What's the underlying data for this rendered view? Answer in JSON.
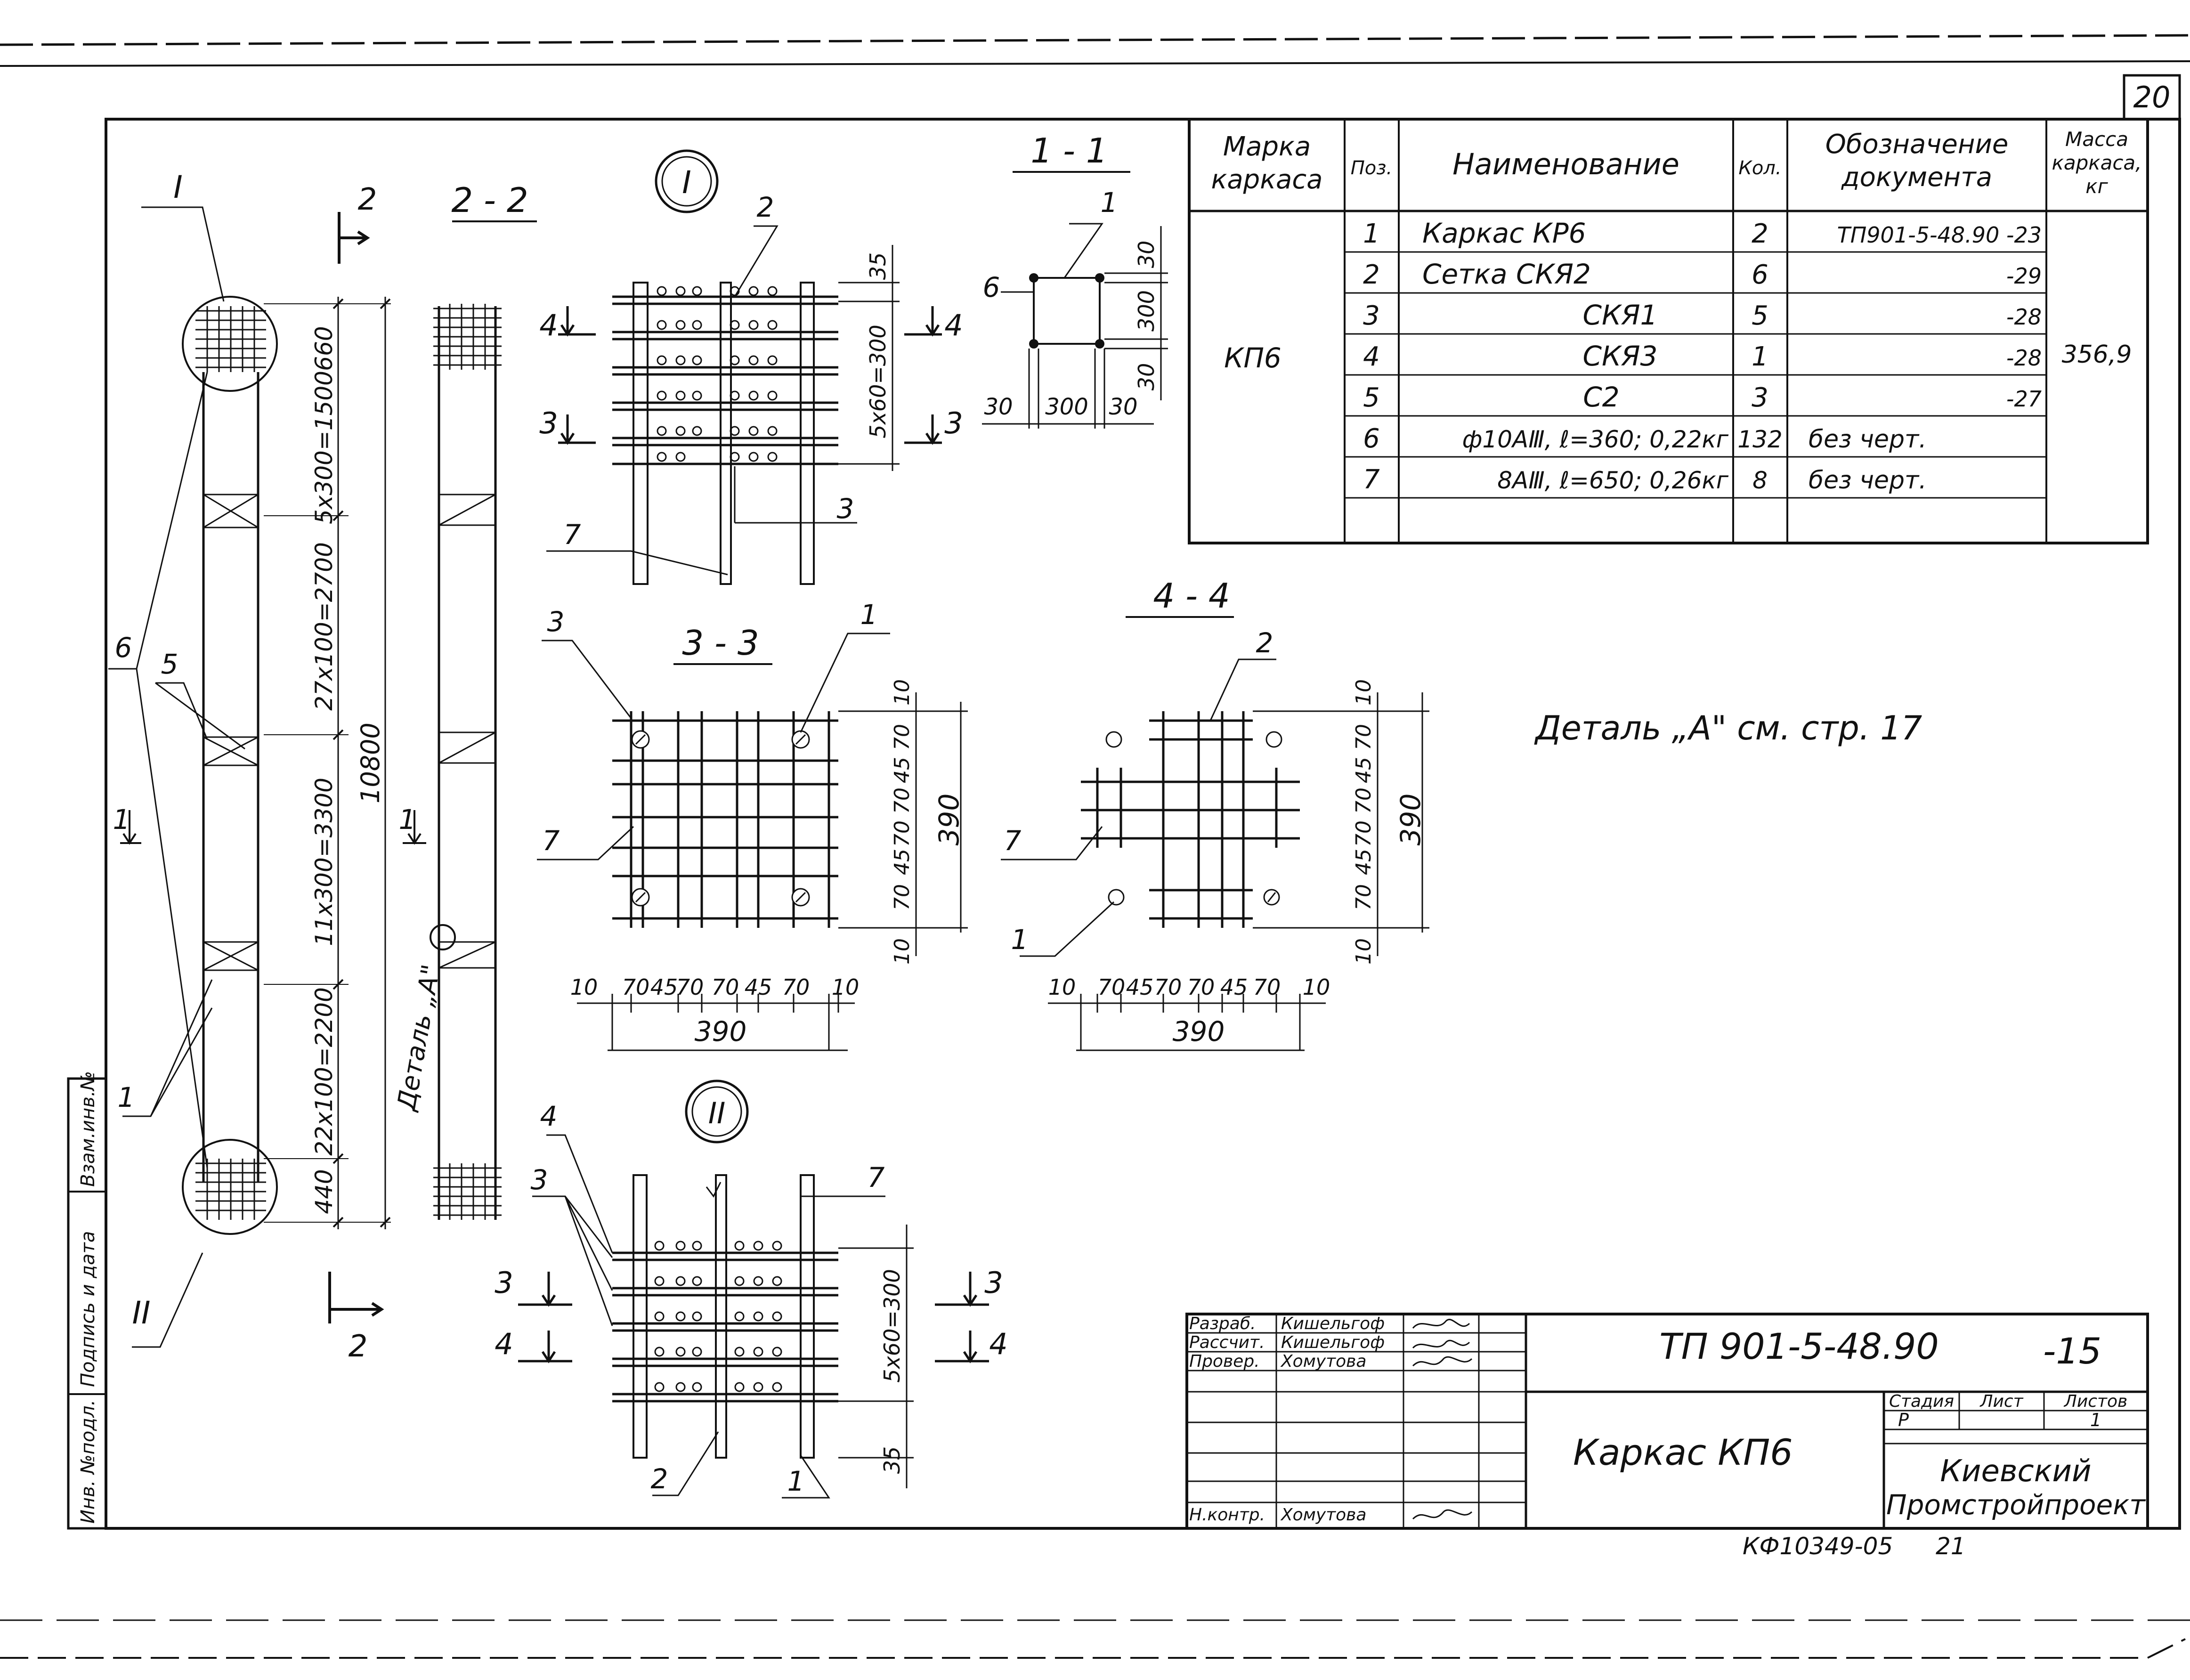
{
  "sheet": {
    "page_number": "20",
    "note": "Деталь „А\" см. стр. 17",
    "archive_code": "КФ10349-05",
    "archive_sheet": "21"
  },
  "side_stamp": {
    "cells": [
      "Инв. №подл.",
      "Подпись и дата",
      "Взам.инв.№"
    ]
  },
  "views": {
    "elevation": {
      "callout_top": "I",
      "callout_bottom": "II",
      "section_mark": "2",
      "arrow_mark": "1",
      "leader_labels": [
        "6",
        "5",
        "1"
      ],
      "dims": [
        "660",
        "5x300=1500",
        "27x100=2700",
        "11x300=3300",
        "22x100=2200",
        "440"
      ],
      "total": "10800",
      "detail_label": "Деталь „А\""
    },
    "section_2_2": {
      "title": "2 - 2",
      "arrow_mark": "1"
    },
    "node_I": {
      "title": "I",
      "leaders": [
        "2",
        "3",
        "7"
      ],
      "section_marks": [
        "4",
        "3"
      ],
      "dims": [
        "35",
        "5x60=300"
      ]
    },
    "section_1_1": {
      "title": "1 - 1",
      "leaders": [
        "1",
        "6"
      ],
      "dims_h": [
        "30",
        "300",
        "30"
      ],
      "dims_v": [
        "30",
        "300",
        "30"
      ]
    },
    "section_3_3": {
      "title": "3 - 3",
      "leaders": [
        "3",
        "1",
        "7"
      ],
      "dims_bottom": [
        "10",
        "70",
        "45",
        "70",
        "70",
        "45",
        "70",
        "10"
      ],
      "dims_right": [
        "10",
        "70",
        "45",
        "70",
        "70",
        "45",
        "70",
        "10"
      ],
      "overall": "390"
    },
    "section_4_4": {
      "title": "4 - 4",
      "leaders": [
        "2",
        "7",
        "1"
      ],
      "dims_bottom": [
        "10",
        "70",
        "45",
        "70",
        "70",
        "45",
        "70",
        "10"
      ],
      "dims_right": [
        "10",
        "70",
        "45",
        "70",
        "70",
        "45",
        "70",
        "10"
      ],
      "overall": "390"
    },
    "node_II": {
      "title": "II",
      "leaders": [
        "4",
        "3",
        "7",
        "2",
        "1"
      ],
      "section_marks": [
        "3",
        "4"
      ],
      "dims": [
        "5x60=300",
        "35"
      ]
    }
  },
  "spec_table": {
    "headers": [
      "Марка каркаса",
      "Поз.",
      "Наименование",
      "Кол.",
      "Обозначение документа",
      "Масса каркаса, кг"
    ],
    "mark": "КП6",
    "mass": "356,9",
    "rows": [
      {
        "pos": "1",
        "name": "Каркас  КР6",
        "qty": "2",
        "doc": "ТП901-5-48.90  -23"
      },
      {
        "pos": "2",
        "name": "Сетка   СКЯ2",
        "qty": "6",
        "doc": "-29"
      },
      {
        "pos": "3",
        "name": "СКЯ1",
        "qty": "5",
        "doc": "-28"
      },
      {
        "pos": "4",
        "name": "СКЯ3",
        "qty": "1",
        "doc": "-28"
      },
      {
        "pos": "5",
        "name": "С2",
        "qty": "3",
        "doc": "-27"
      },
      {
        "pos": "6",
        "name": "ф10АⅢ, ℓ=360; 0,22кг",
        "qty": "132",
        "doc": "без черт."
      },
      {
        "pos": "7",
        "name": "8АⅢ, ℓ=650; 0,26кг",
        "qty": "8",
        "doc": "без черт."
      }
    ]
  },
  "title_block": {
    "doc_code": "ТП 901-5-48.90",
    "sheet_suffix": "-15",
    "title": "Каркас   КП6",
    "roles": [
      {
        "role": "Разраб.",
        "name": "Кишельгоф"
      },
      {
        "role": "Рассчит.",
        "name": "Кишельгоф"
      },
      {
        "role": "Провер.",
        "name": "Хомутова"
      },
      {
        "role": "Н.контр.",
        "name": "Хомутова"
      }
    ],
    "stage_label": "Стадия",
    "sheet_label": "Лист",
    "sheets_label": "Листов",
    "stage": "Р",
    "sheets": "1",
    "org": [
      "Киевский",
      "Промстройпроект"
    ]
  }
}
